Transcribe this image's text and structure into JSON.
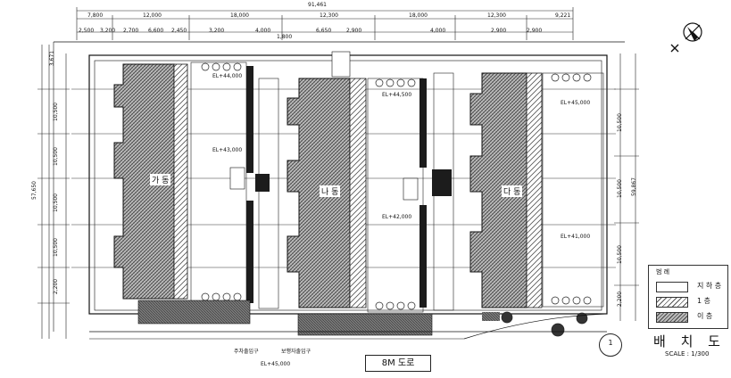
{
  "drawing": {
    "road_label": "8M 도로",
    "title": "배 치 도",
    "scale": "SCALE : 1/300",
    "detail_marker": "1"
  },
  "top_dims_outer": [
    "7,800",
    "12,000",
    "18,000",
    "12,300",
    "18,000",
    "12,300",
    "9,221"
  ],
  "top_overall": "91,461",
  "top_dims_inner": [
    "2,500",
    "3,200",
    "2,700",
    "6,600",
    "2,450",
    "3,200",
    "4,000",
    "1,800",
    "6,650",
    "2,900",
    "4,000",
    "2,900",
    "2,900"
  ],
  "left_dims": [
    "3,671",
    "10,500",
    "10,500",
    "10,500",
    "10,500",
    "2,200"
  ],
  "left_overall": "57,650",
  "right_dims": [
    "10,500",
    "10,500",
    "10,500",
    "2,200"
  ],
  "right_overall": "59,867",
  "buildings": [
    {
      "label": "가 동"
    },
    {
      "label": "나 동"
    },
    {
      "label": "다 동"
    }
  ],
  "elevations": [
    "EL+44,000",
    "EL+44,500",
    "EL+45,000",
    "EL+43,000",
    "EL+42,000",
    "EL+41,000"
  ],
  "annotations": [
    "주차출입구",
    "보행자출입구",
    "EL+45,000"
  ],
  "legend": {
    "title": "범 례",
    "items": [
      {
        "label": "지 하 층",
        "pattern": "blank"
      },
      {
        "label": "1 층",
        "pattern": "hatch-light"
      },
      {
        "label": "이 층",
        "pattern": "hatch-dense"
      }
    ]
  },
  "colors": {
    "ink": "#111111",
    "hatch": "#555555",
    "road_fill": "#6d6d6d"
  }
}
